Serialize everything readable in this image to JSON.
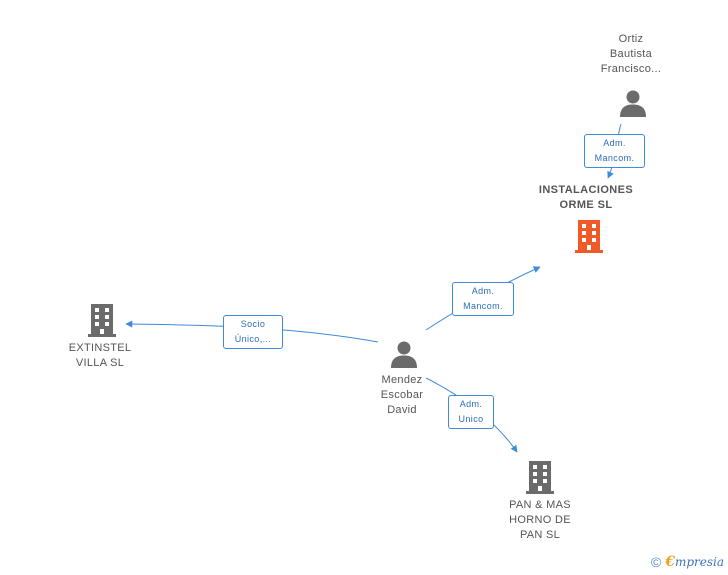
{
  "nodes": {
    "ortiz": {
      "lines": [
        "Ortiz",
        "Bautista",
        "Francisco..."
      ],
      "type": "person"
    },
    "instalaciones": {
      "lines": [
        "INSTALACIONES",
        "ORME SL"
      ],
      "type": "company",
      "highlight": true
    },
    "extinstel": {
      "lines": [
        "EXTINSTEL",
        "VILLA  SL"
      ],
      "type": "company"
    },
    "mendez": {
      "lines": [
        "Mendez",
        "Escobar",
        "David"
      ],
      "type": "person"
    },
    "panymas": {
      "lines": [
        "PAN & MAS",
        "HORNO DE",
        "PAN SL"
      ],
      "type": "company"
    }
  },
  "edges": {
    "ortiz_instalaciones": {
      "lines": [
        "Adm.",
        "Mancom."
      ]
    },
    "mendez_instalaciones": {
      "lines": [
        "Adm.",
        "Mancom."
      ]
    },
    "mendez_extinstel": {
      "lines": [
        "Socio",
        "Único,..."
      ]
    },
    "mendez_panymas": {
      "lines": [
        "Adm.",
        "Unico"
      ]
    }
  },
  "footer": {
    "copyright": "©",
    "brand_initial": "€",
    "brand_rest": "mpresia"
  },
  "colors": {
    "edge": "#3d8bd9",
    "company": "#6b6b6b",
    "company_highlight": "#f05a28",
    "person": "#6b6b6b"
  }
}
